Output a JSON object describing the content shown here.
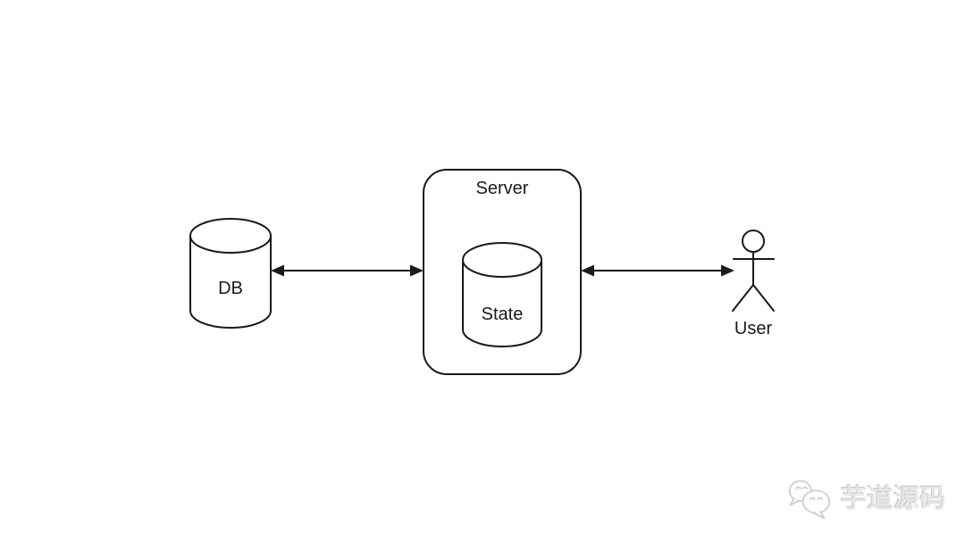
{
  "diagram": {
    "nodes": [
      {
        "id": "db",
        "shape": "cylinder",
        "label": "DB"
      },
      {
        "id": "server",
        "shape": "rounded-rectangle",
        "label": "Server"
      },
      {
        "id": "state",
        "shape": "cylinder",
        "label": "State",
        "container": "server"
      },
      {
        "id": "user",
        "shape": "actor",
        "label": "User"
      }
    ],
    "edges": [
      {
        "from": "db",
        "to": "server",
        "type": "double-headed-arrow"
      },
      {
        "from": "server",
        "to": "user",
        "type": "double-headed-arrow"
      }
    ]
  },
  "watermark": {
    "icon": "wechat-icon",
    "text": "芋道源码"
  },
  "colors": {
    "background": "#ffffff",
    "line": "#1a1a1a",
    "watermark": "#e6e6e6"
  }
}
